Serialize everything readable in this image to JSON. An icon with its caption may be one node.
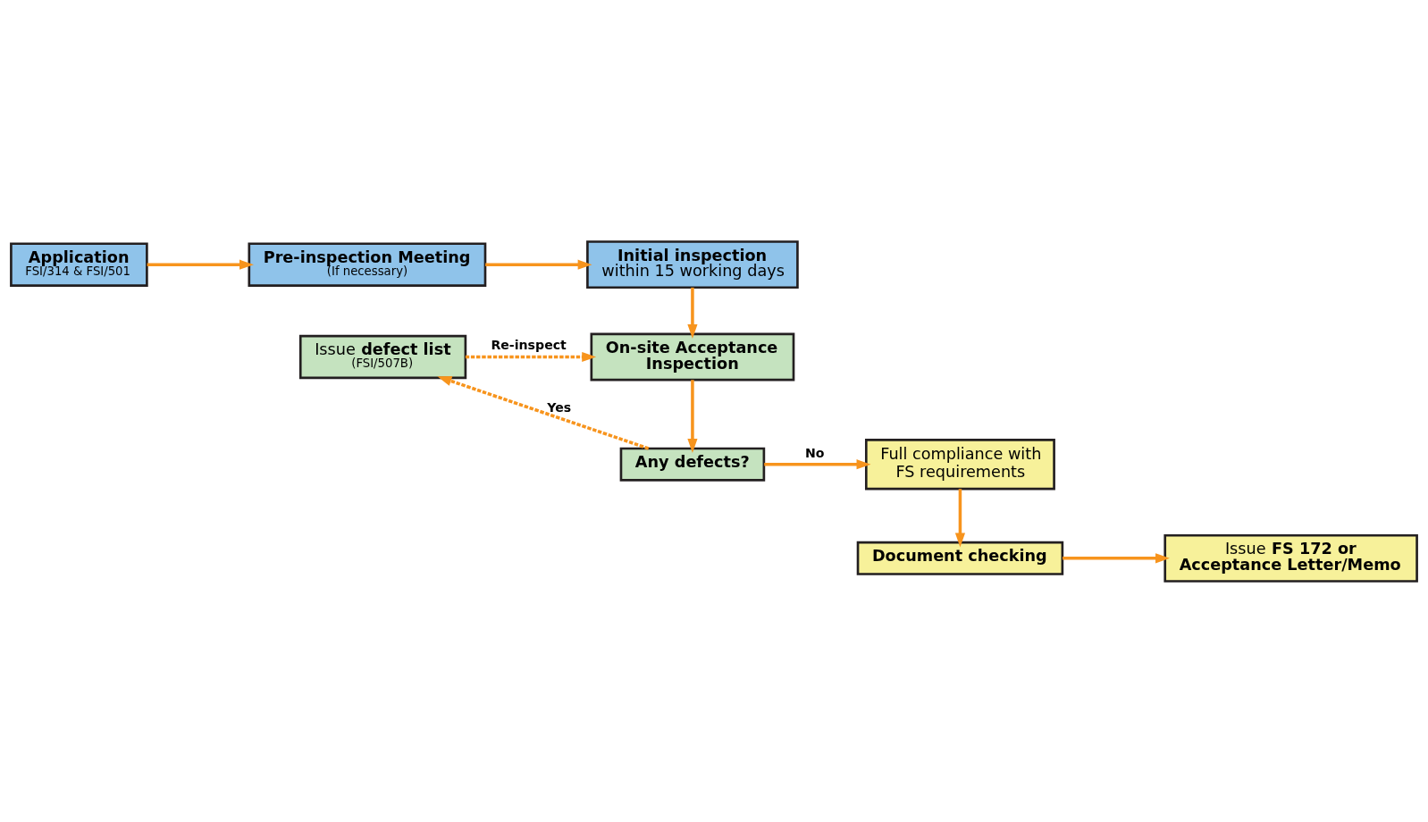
{
  "diagram": {
    "nodes": [
      {
        "text": [
          "**Application**",
          "FSI/314 & FSI/501"
        ]
      },
      {
        "text": [
          "**Pre-inspection Meeting**",
          "(If necessary)"
        ]
      },
      {
        "text": [
          "**Initial inspection** within 15 working days"
        ]
      },
      {
        "text": [
          "**On-site Acceptance Inspection**"
        ]
      },
      {
        "text": [
          "Issue **defect list**",
          "(FSI/507B)"
        ]
      },
      {
        "text": [
          "**Any defects?**"
        ]
      },
      {
        "text": [
          "Full compliance with FS requirements"
        ]
      },
      {
        "text": [
          "**Document checking**"
        ]
      },
      {
        "text": [
          "Issue **FS 172 or Acceptance Letter/Memo**"
        ]
      }
    ],
    "edges": [
      {
        "from": 0,
        "to": 1,
        "arrow": "to"
      },
      {
        "from": 1,
        "to": 2,
        "arrow": "to"
      },
      {
        "from": 2,
        "to": 3,
        "arrow": "to"
      },
      {
        "from": 4,
        "to": 3,
        "arrow": "to",
        "label": "Re-inspect",
        "style": "dashed"
      },
      {
        "from": 3,
        "to": 5,
        "arrow": "to"
      },
      {
        "from": 5,
        "to": 4,
        "arrow": "to",
        "label": "Yes",
        "style": "dashed"
      },
      {
        "from": 5,
        "to": 6,
        "arrow": "to",
        "label": "No"
      },
      {
        "from": 6,
        "to": 7,
        "arrow": "to"
      },
      {
        "from": 7,
        "to": 8,
        "arrow": "to"
      }
    ]
  }
}
